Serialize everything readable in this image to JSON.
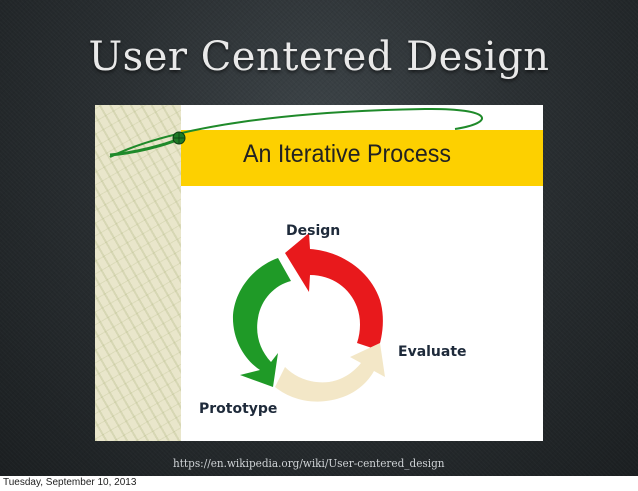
{
  "slide": {
    "title": "User Centered Design",
    "source_url": "https://en.wikipedia.org/wiki/User-centered_design"
  },
  "figure": {
    "heading": "An Iterative Process",
    "banner_color": "#fdd000",
    "steps": [
      {
        "label": "Design",
        "color": "#e8191c"
      },
      {
        "label": "Evaluate",
        "color": "#f3e7c7"
      },
      {
        "label": "Prototype",
        "color": "#1f9a27"
      }
    ]
  },
  "footer": {
    "date": "Tuesday, September 10, 2013"
  }
}
